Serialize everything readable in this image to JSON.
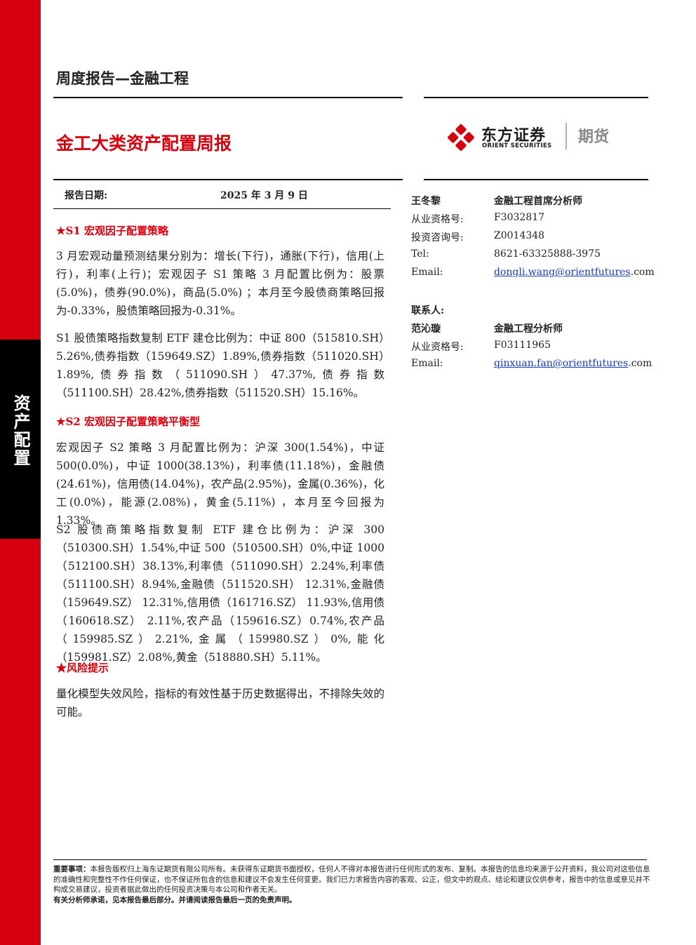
{
  "sidebar": {
    "label": "资产配置"
  },
  "header": {
    "report_type": "周度报告—金融工程",
    "title": "金工大类资产配置周报",
    "logo": {
      "cn": "东方证券",
      "en": "ORIENT SECURITIES",
      "sub": "期货"
    }
  },
  "report_date": {
    "label": "报告日期:",
    "value": "2025 年 3 月 9 日"
  },
  "sections": [
    {
      "heading": "★S1 宏观因子配置策略",
      "paragraphs": [
        "3 月宏观动量预测结果分别为：增长(下行)，通胀(下行)，信用(上行)，利率(上行)；宏观因子 S1 策略 3 月配置比例为：股票(5.0%)，债券(90.0%)，商品(5.0%) ；本月至今股债商策略回报为-0.33%，股债策略回报为-0.31%。",
        "S1 股债策略指数复制 ETF 建仓比例为：中证 800（515810.SH）5.26%,债券指数（159649.SZ）1.89%,债券指数（511020.SH）1.89%,债券指数（511090.SH）47.37%,债券指数（511100.SH）28.42%,债券指数（511520.SH）15.16%。"
      ]
    },
    {
      "heading": "★S2 宏观因子配置策略平衡型",
      "paragraphs": [
        "宏观因子 S2 策略 3 月配置比例为：沪深 300(1.54%)，中证 500(0.0%)，中证 1000(38.13%)，利率债(11.18%)，金融债(24.61%)，信用债(14.04%)，农产品(2.95%)，金属(0.36%)，化工(0.0%)，能源(2.08%)，黄金(5.11%) ，本月至今回报为 1.33%。",
        "S2 股债商策略指数复制 ETF 建仓比例为：沪深 300（510300.SH）1.54%,中证 500（510500.SH）0%,中证 1000（512100.SH）38.13%,利率债（511090.SH）2.24%,利率债（511100.SH）8.94%,金融债（511520.SH） 12.31%,金融债（159649.SZ） 12.31%,信用债（161716.SZ） 11.93%,信用债（160618.SZ） 2.11%,农产品（159616.SZ）0.74%,农产品（159985.SZ）2.21%,金属（159980.SZ）0%,能化（159981.SZ）2.08%,黄金（518880.SH）5.11%。"
      ]
    },
    {
      "heading": "★风险提示",
      "paragraphs": [
        "量化模型失效风险，指标的有效性基于历史数据得出，不排除失效的可能。"
      ]
    }
  ],
  "analysts": [
    {
      "name": "王冬黎",
      "title": "金融工程首席分析师",
      "fields": [
        {
          "label": "从业资格号:",
          "value": "F3032817"
        },
        {
          "label": "投资咨询号:",
          "value": "Z0014348"
        },
        {
          "label": "Tel:",
          "value": "8621-63325888-3975"
        }
      ],
      "email_label": "Email:",
      "email_user": "dongli.wang@orientfutures",
      "email_suffix": ".com"
    }
  ],
  "contact": {
    "heading": "联系人:",
    "name": "范沁璇",
    "title": "金融工程分析师",
    "fields": [
      {
        "label": "从业资格号:",
        "value": "F03111965"
      }
    ],
    "email_label": "Email:",
    "email_user": "qinxuan.fan@orientfutures",
    "email_suffix": ".com"
  },
  "footer": {
    "disclaimer_label": "重要事项：",
    "disclaimer": "本报告版权归上海东证期货有限公司所有。未获得东证期货书面授权，任何人不得对本报告进行任何形式的发布、复制。本报告的信息均来源于公开资料，我公司对这些信息的准确性和完整性不作任何保证，也不保证所包含的信息和建议不会发生任何变更。我们已力求报告内容的客观、公正，但文中的观点、结论和建议仅供参考，报告中的信息或意见并不构成交易建议，投资者据此做出的任何投资决策与本公司和作者无关。",
    "note": "有关分析师承诺，见本报告最后部分。并请阅读报告最后一页的免责声明。"
  },
  "colors": {
    "brand_red": "#d7000f",
    "black": "#000000",
    "link": "#1a3bb0"
  }
}
